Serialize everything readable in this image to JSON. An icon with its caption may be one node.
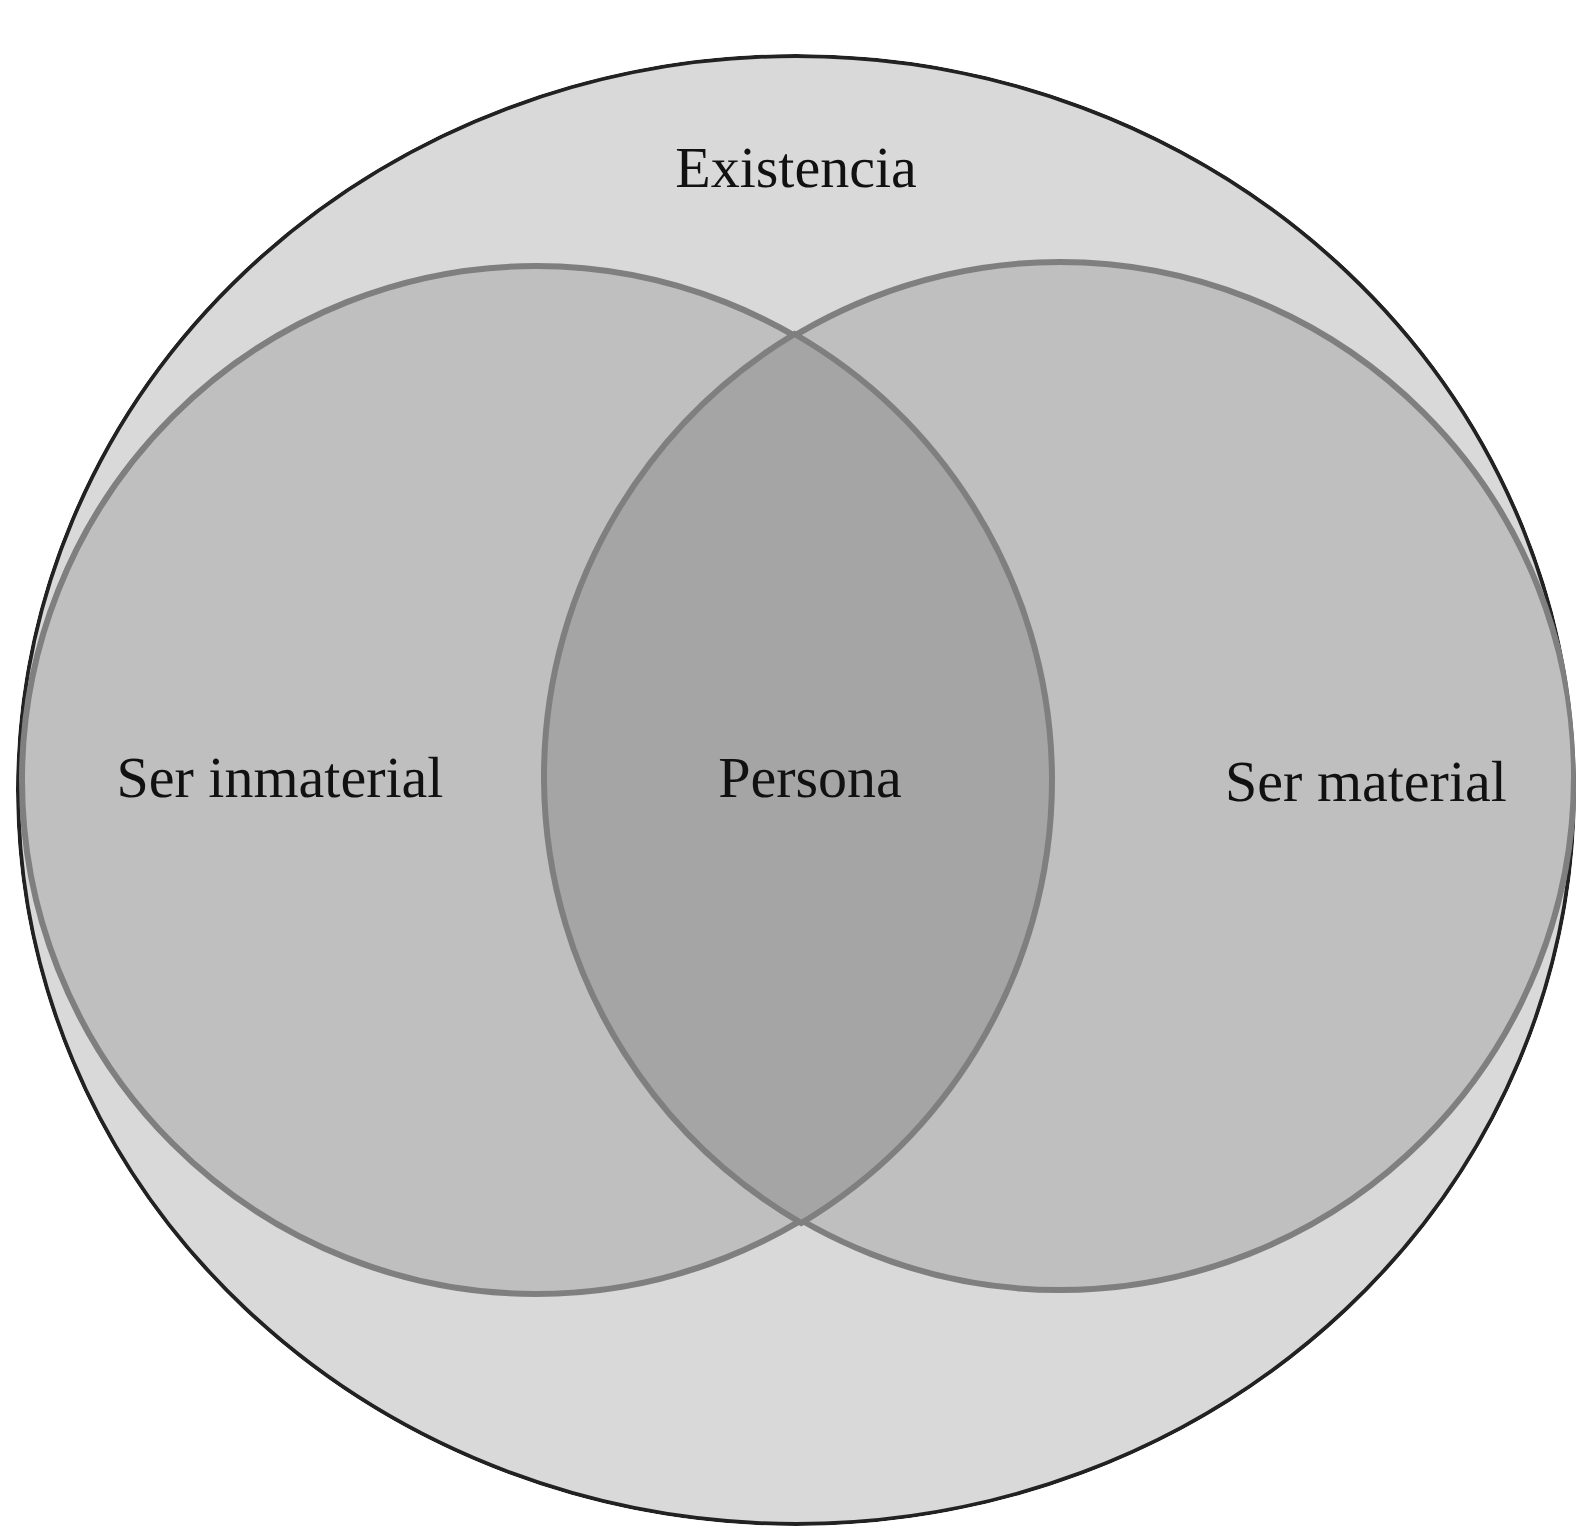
{
  "diagram": {
    "nodes": [
      {
        "text": [
          "Existencia"
        ]
      },
      {
        "text": [
          "Ser inmaterial"
        ],
        "in": 0
      },
      {
        "text": [
          "Ser material"
        ],
        "in": 0
      },
      {
        "text": [
          "Persona"
        ]
      }
    ],
    "edges": []
  }
}
